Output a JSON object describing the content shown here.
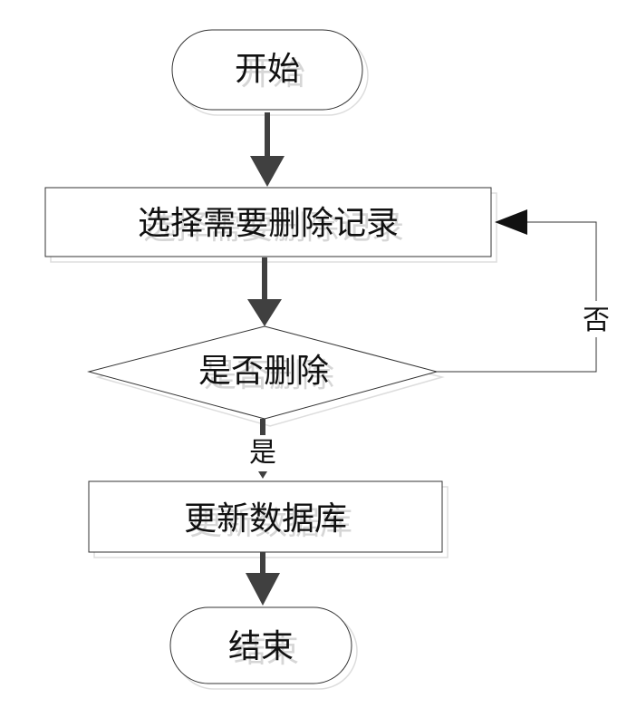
{
  "nodes": {
    "start": "开始",
    "select": "选择需要删除记录",
    "decision": "是否删除",
    "update": "更新数据库",
    "end": "结束"
  },
  "edges": {
    "yes": "是",
    "no": "否"
  }
}
